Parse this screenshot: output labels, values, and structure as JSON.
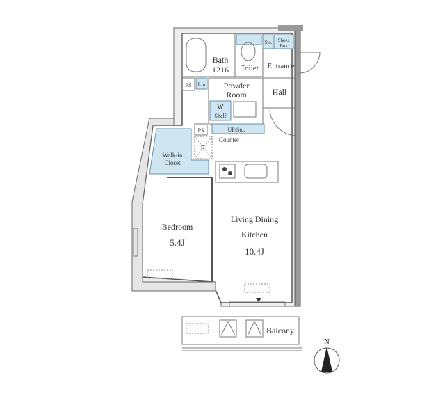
{
  "rooms": {
    "bath": {
      "name": "Bath",
      "size": "1216"
    },
    "toilet": "Toilet",
    "entrance": "Entrance",
    "sto": "Sto.",
    "shoes_box": [
      "Shoes",
      "Box"
    ],
    "ps_top": "PS",
    "lin": "Lin",
    "powder_room": [
      "Powder",
      "Room"
    ],
    "hall": "Hall",
    "w_shelf": [
      "W",
      "Shelf"
    ],
    "up_sto": "UP/Sto.",
    "ps_mid": "PS",
    "r": "R",
    "counter": "Counter",
    "walk_in_closet": [
      "Walk-in",
      "Closet"
    ],
    "bedroom": {
      "name": "Bedroom",
      "size": "5.4J"
    },
    "ldk": {
      "name": [
        "Living Dining",
        "Kitchen"
      ],
      "size": "10.4J"
    },
    "balcony": "Balcony"
  },
  "compass": {
    "label": "N"
  },
  "colors": {
    "wet_area": "#cfe6f2",
    "wall": "#555555"
  }
}
